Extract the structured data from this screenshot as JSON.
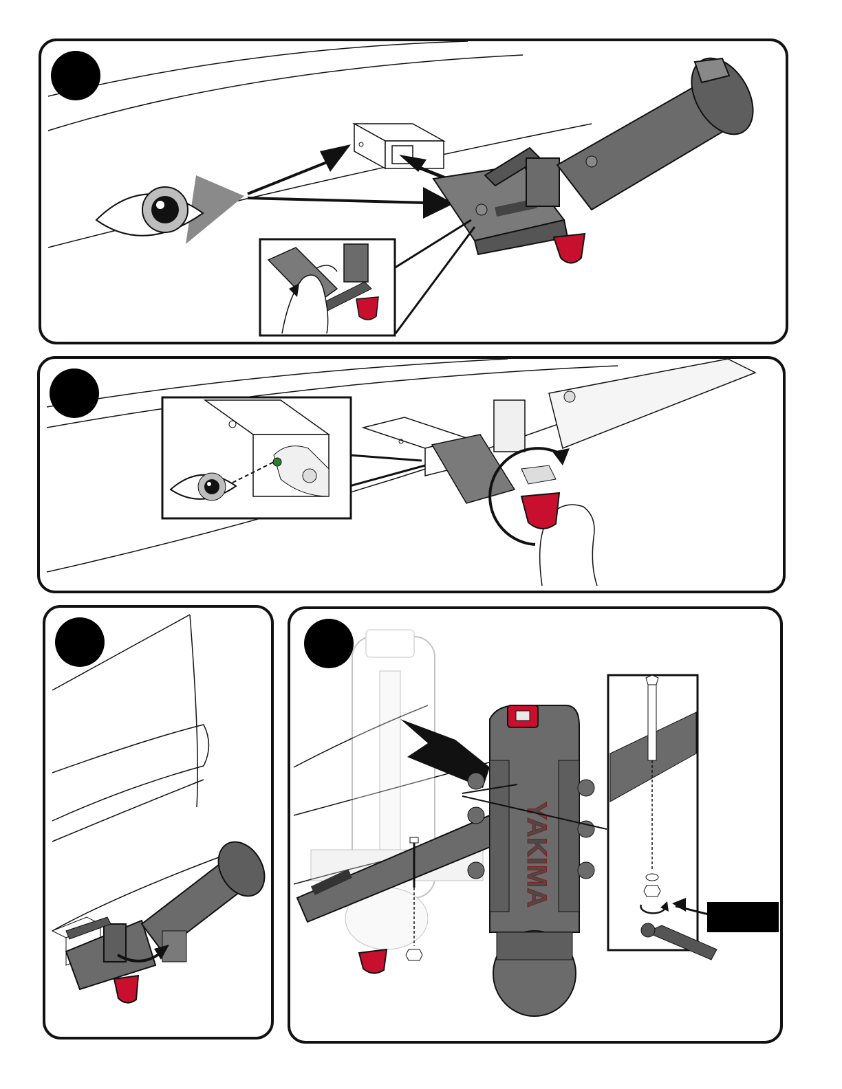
{
  "document": {
    "type": "installation-instructions"
  },
  "steps": [
    {
      "number": "",
      "description_icons": [
        "eye-icon",
        "arrow-icon",
        "hitch-receiver",
        "bike-rack-mount",
        "hand-icon",
        "red-knob"
      ]
    },
    {
      "number": "",
      "description_icons": [
        "eye-icon",
        "hitch-receiver",
        "rotate-arrow-icon",
        "hand-icon",
        "red-knob"
      ]
    },
    {
      "number": "",
      "description_icons": [
        "hitch-receiver",
        "bike-rack-mount",
        "curved-arrow-icon",
        "red-knob"
      ]
    },
    {
      "number": "",
      "description_icons": [
        "bike-rack-mast",
        "arrow-icon",
        "bolt",
        "washer",
        "nut",
        "wrench",
        "rotate-arrow-icon"
      ]
    }
  ],
  "step4": {
    "rack_brand_text": "YAKIMA",
    "torque_label": ""
  },
  "colors": {
    "ink": "#111111",
    "rack_gray": "#6b6b6b",
    "rack_dark": "#4a4a4a",
    "knob_red": "#c8102e",
    "badge": "#000000"
  }
}
